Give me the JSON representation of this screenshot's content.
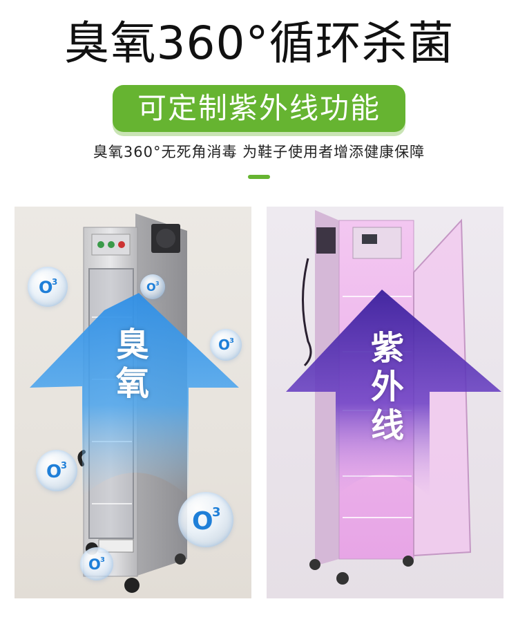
{
  "header": {
    "title": "臭氧360°循环杀菌",
    "badge": "可定制紫外线功能",
    "subtitle": "臭氧360°无死角消毒 为鞋子使用者增添健康保障"
  },
  "ozone_panel": {
    "label_chars": [
      "臭",
      "氧"
    ],
    "bubble_text": "O3",
    "arrow_color": "#3f9ae6"
  },
  "uv_panel": {
    "label_chars": [
      "紫",
      "外",
      "线"
    ],
    "arrow_color": "#5a2fb0"
  },
  "colors": {
    "brand_green": "#66b431"
  }
}
